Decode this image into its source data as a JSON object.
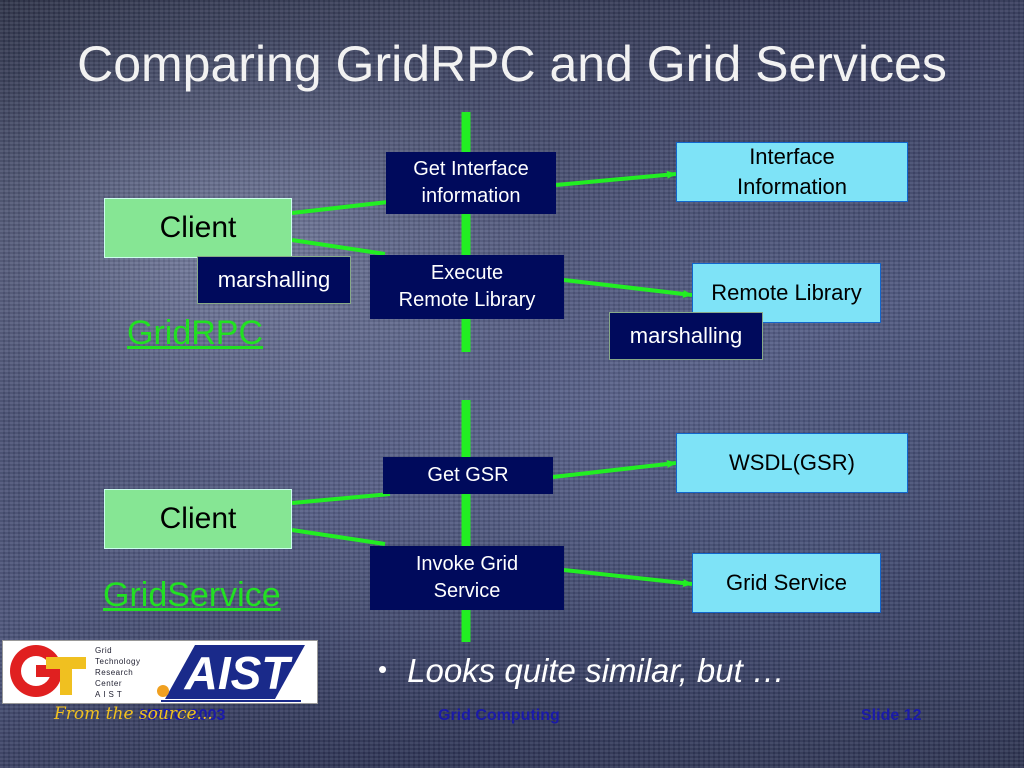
{
  "slide": {
    "title": "Comparing GridRPC and Grid Services",
    "bullet": "Looks quite similar,  but …",
    "source_note": "From the source...",
    "footer_left": "HPDC 2003",
    "footer_center": "Grid Computing",
    "footer_right": "Slide 12"
  },
  "gridrpc": {
    "label": "GridRPC",
    "client": "Client",
    "client_marshalling": "marshalling",
    "get_interface": [
      "Get Interface",
      "information"
    ],
    "execute": [
      "Execute",
      "Remote Library"
    ],
    "interface_info": [
      "Interface",
      "Information"
    ],
    "remote_library": "Remote Library",
    "server_marshalling": "marshalling"
  },
  "gridservice": {
    "label": "GridService",
    "client": "Client",
    "get_gsr": "Get GSR",
    "invoke": [
      "Invoke Grid",
      "Service"
    ],
    "wsdl": "WSDL(GSR)",
    "grid_service": "Grid Service"
  },
  "logo": {
    "gt_lines": [
      "Grid",
      "Technology",
      "Research",
      "Center",
      "AIST"
    ],
    "aist_text": "AIST"
  },
  "colors": {
    "connector": "#22ee22",
    "client_fill": "#86e694",
    "message_fill": "#000a5c",
    "service_fill": "#7ee3f7",
    "label_green": "#22e022"
  }
}
